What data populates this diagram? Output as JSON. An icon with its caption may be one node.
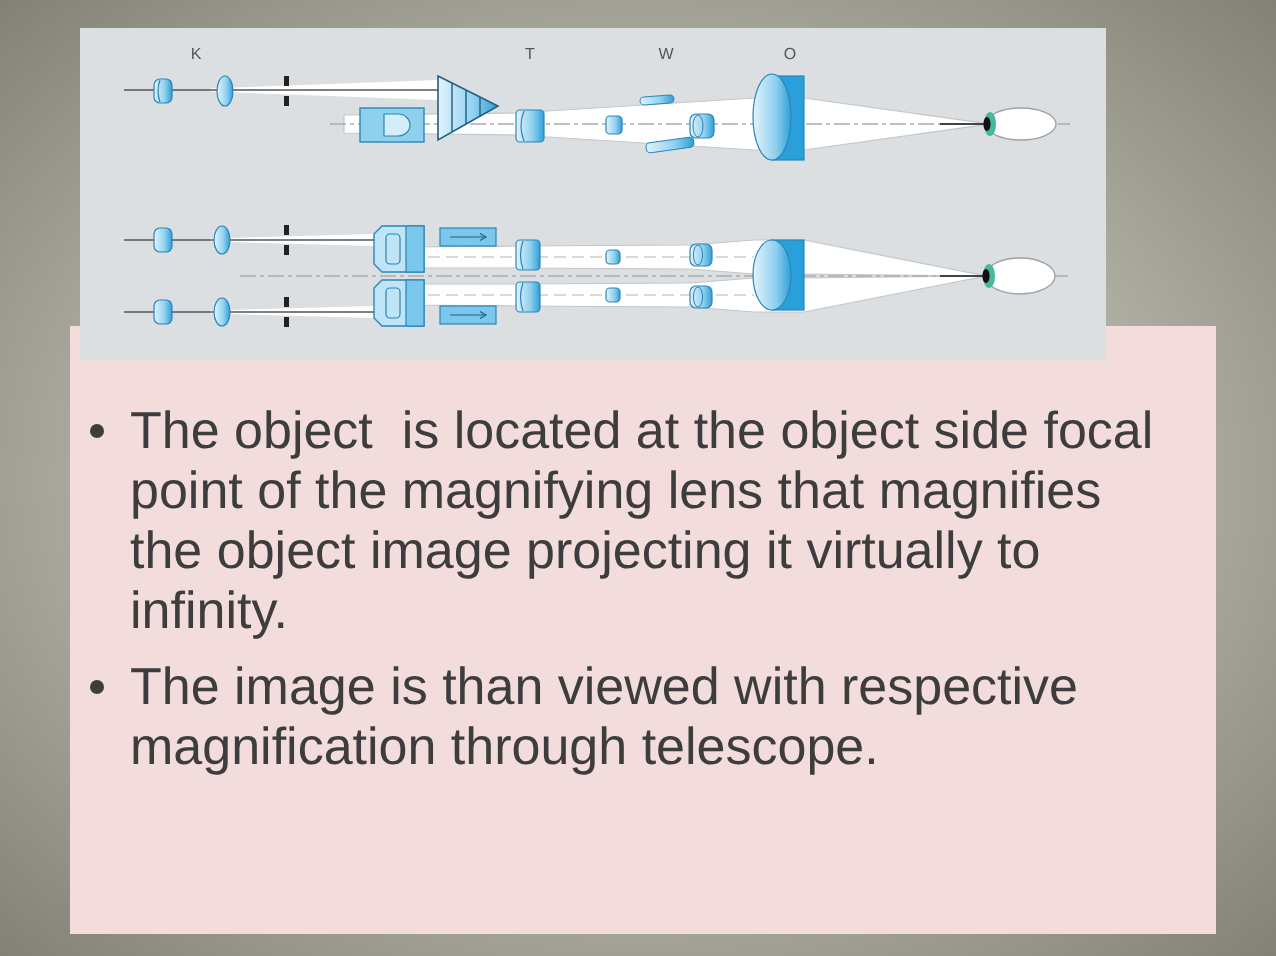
{
  "diagram": {
    "nodes": [
      {
        "text": [
          "The object  is located at the object side focal point of the magnifying lens that magnifies the object image projecting it virtually to infinity.",
          "The image is than viewed with respective magnification through telescope."
        ]
      }
    ],
    "labels": [
      "K",
      "T",
      "W",
      "O"
    ]
  }
}
